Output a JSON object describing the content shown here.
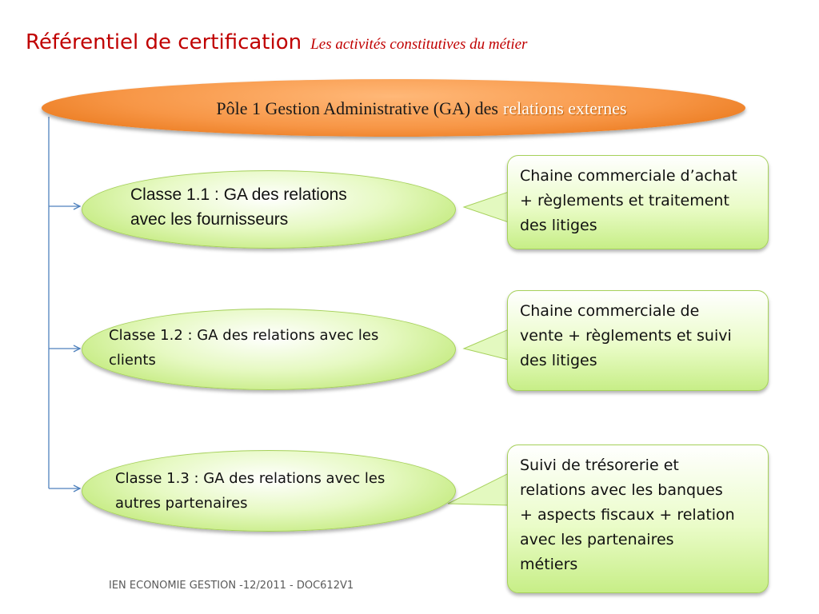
{
  "title": {
    "main": "Référentiel de certification",
    "subtitle": "Les activités constitutives du métier"
  },
  "pole": {
    "label": "Pôle 1 Gestion Administrative (GA) des",
    "highlight": "relations externes"
  },
  "classes": [
    {
      "line1": "Classe 1.1 : GA des relations",
      "line2": "avec les fournisseurs",
      "callout": [
        "Chaine commerciale d’achat",
        "+ règlements et traitement",
        "des litiges"
      ]
    },
    {
      "line1": "Classe 1.2 : GA des relations avec les",
      "line2": "clients",
      "callout": [
        "Chaine commerciale de",
        "vente + règlements et suivi",
        "des litiges"
      ]
    },
    {
      "line1": "Classe 1.3 : GA des relations avec les",
      "line2": "autres partenaires",
      "callout": [
        "Suivi de trésorerie et",
        "relations avec les banques",
        "+ aspects fiscaux + relation",
        "avec les partenaires",
        "métiers"
      ]
    }
  ],
  "colors": {
    "title": "#c00000",
    "pole_fill": "#f79646",
    "class_fill": "#d7f29b",
    "connector": "#4f81bd"
  },
  "footer": "IEN ECONOMIE GESTION -12/2011 - DOC612V1"
}
